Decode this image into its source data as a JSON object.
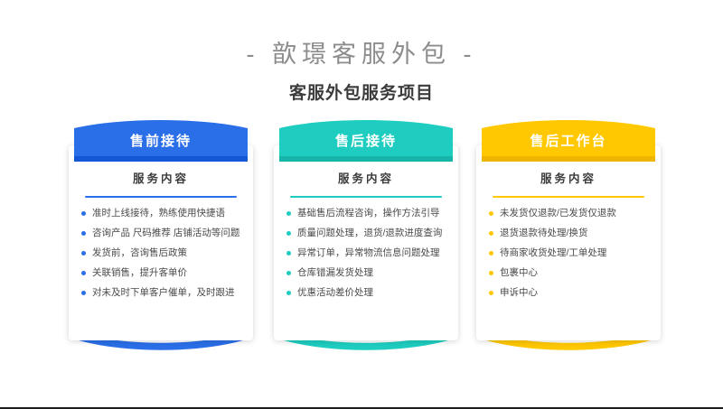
{
  "header": {
    "title": "- 歆璟客服外包 -",
    "subtitle": "客服外包服务项目"
  },
  "colors": {
    "title_gray": "#8c8c8c",
    "subtitle_dark": "#3b3b3b",
    "card1_accent": "#2a6ee8",
    "card1_accent_dark": "#1457d6",
    "card2_accent": "#1ecdc0",
    "card2_accent_dark": "#16b5a9",
    "card3_accent": "#ffc800",
    "card3_accent_dark": "#eeb500",
    "body_text": "#4a4a4a",
    "page_background": "#ffffff"
  },
  "cards": [
    {
      "id": "pre-sales-reception",
      "title": "售前接待",
      "section_label": "服务内容",
      "accent": "#2a6ee8",
      "accent_dark": "#1457d6",
      "items": [
        "准时上线接待，熟练使用快捷语",
        "咨询产品 尺码推荐 店铺活动等问题",
        "发货前，咨询售后政策",
        "关联销售，提升客单价",
        "对未及时下单客户催单，及时跟进"
      ]
    },
    {
      "id": "after-sales-reception",
      "title": "售后接待",
      "section_label": "服务内容",
      "accent": "#1ecdc0",
      "accent_dark": "#16b5a9",
      "items": [
        "基础售后流程咨询，操作方法引导",
        "质量问题处理，退货/退款进度查询",
        "异常订单，异常物流信息问题处理",
        "仓库错漏发货处理",
        "优惠活动差价处理"
      ]
    },
    {
      "id": "after-sales-workbench",
      "title": "售后工作台",
      "section_label": "服务内容",
      "accent": "#ffc800",
      "accent_dark": "#eeb500",
      "items": [
        "未发货仅退款/已发货仅退款",
        "退货退款待处理/换货",
        "待商家收货处理/工单处理",
        "包裹中心",
        "申诉中心"
      ]
    }
  ]
}
